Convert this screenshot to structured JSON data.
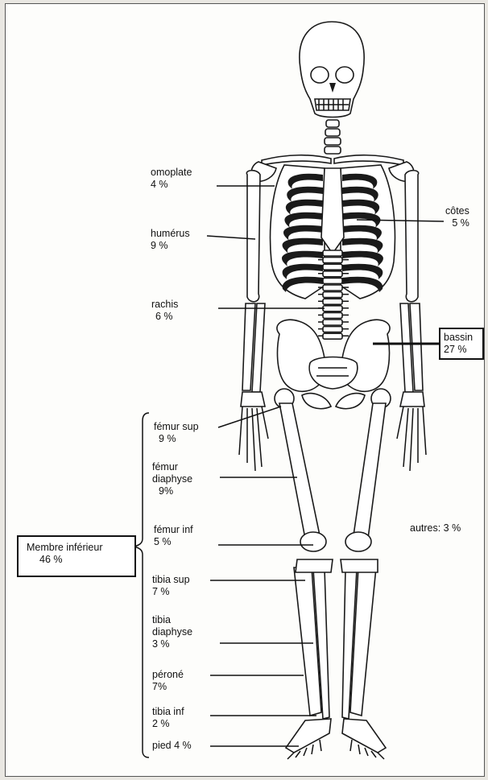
{
  "labels": {
    "omoplate": {
      "name": "omoplate",
      "value": "4 %"
    },
    "humerus": {
      "name": "humérus",
      "value": "9 %"
    },
    "rachis": {
      "name": "rachis",
      "value": "6 %"
    },
    "cotes": {
      "name": "côtes",
      "value": "5 %"
    },
    "bassin": {
      "name": "bassin",
      "value": "27 %"
    },
    "femur_sup": {
      "name": "fémur sup",
      "value": "9 %"
    },
    "femur_diaphyse": {
      "name": "fémur\ndiaphyse",
      "value": "9%"
    },
    "femur_inf": {
      "name": "fémur inf",
      "value": "5 %"
    },
    "tibia_sup": {
      "name": "tibia sup",
      "value": "7 %"
    },
    "tibia_diaphyse": {
      "name": "tibia\ndiaphyse",
      "value": "3 %"
    },
    "perone": {
      "name": "péroné",
      "value": "7%"
    },
    "tibia_inf": {
      "name": "tibia inf",
      "value": "2 %"
    },
    "pied": {
      "name": "pied 4 %"
    },
    "autres": {
      "name": "autres: 3 %"
    },
    "membre_inferieur": {
      "name": "Membre inférieur",
      "value": "46 %"
    }
  }
}
